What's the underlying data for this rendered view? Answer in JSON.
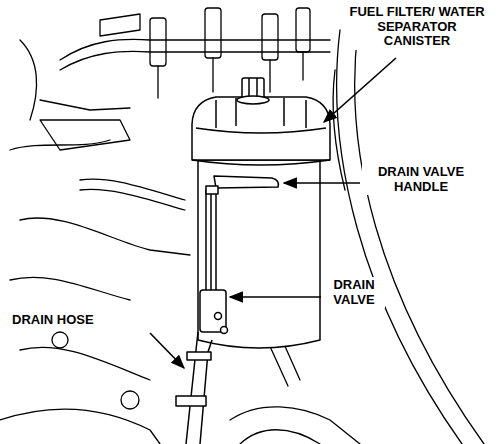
{
  "diagram": {
    "labels": [
      "FUEL FILTER/ WATER SEPARATOR CANISTER",
      "DRAIN VALVE HANDLE",
      "DRAIN VALVE",
      "DRAIN HOSE"
    ]
  }
}
